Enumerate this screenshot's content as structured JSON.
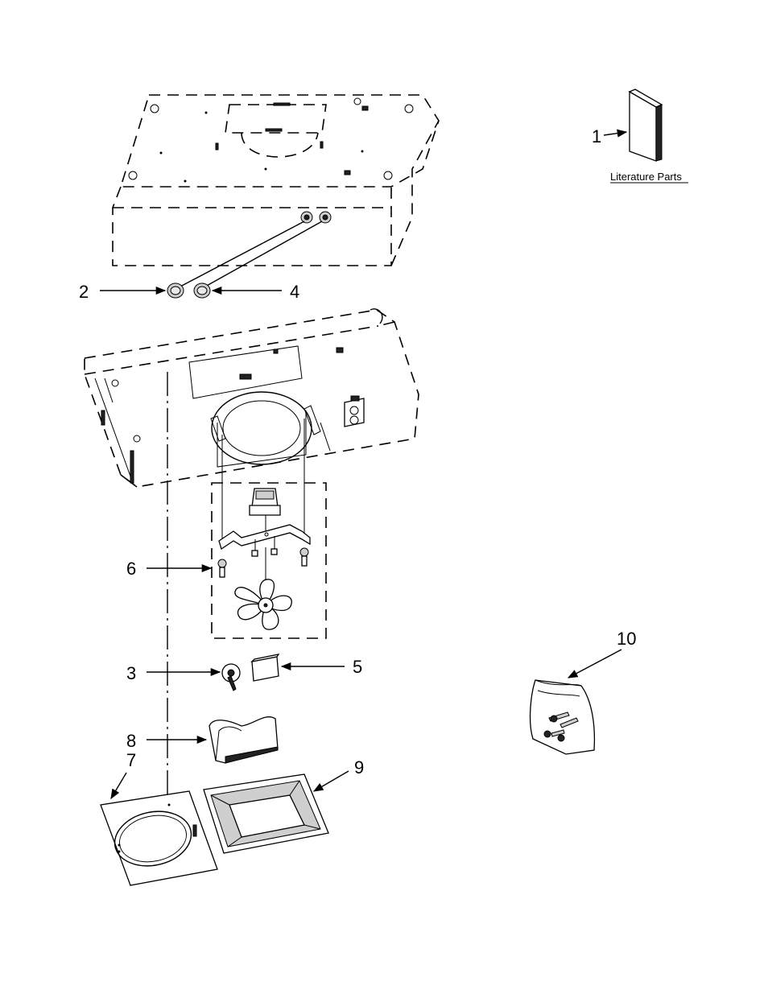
{
  "literature_label": "Literature Parts",
  "callouts": {
    "c1": "1",
    "c2": "2",
    "c3": "3",
    "c4": "4",
    "c5": "5",
    "c6": "6",
    "c7": "7",
    "c8": "8",
    "c9": "9",
    "c10": "10"
  }
}
